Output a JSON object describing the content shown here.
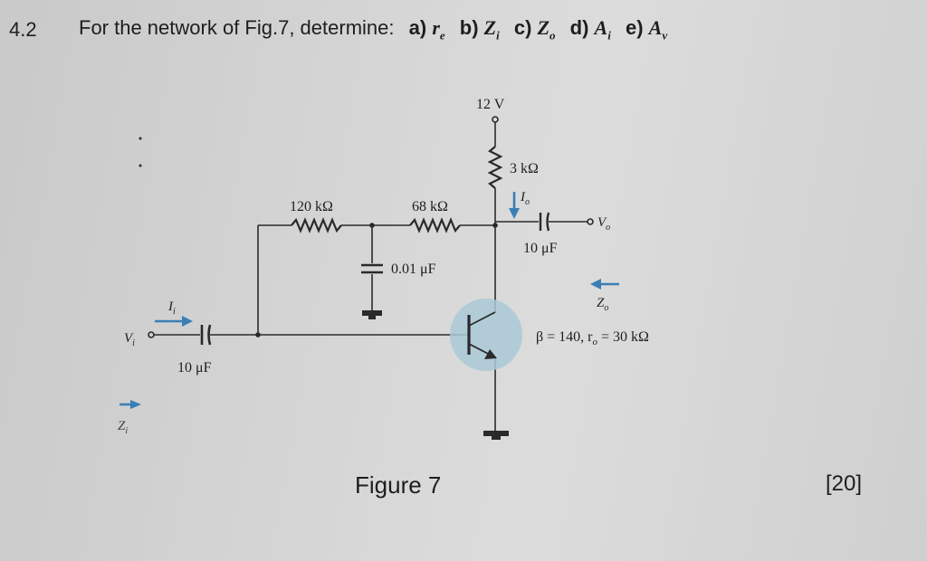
{
  "question": {
    "number": "4.2",
    "prompt": "For the network of Fig.7, determine:",
    "parts": [
      {
        "letter": "a)",
        "symbol": "r",
        "sub": "e"
      },
      {
        "letter": "b)",
        "symbol": "Z",
        "sub": "i"
      },
      {
        "letter": "c)",
        "symbol": "Z",
        "sub": "o"
      },
      {
        "letter": "d)",
        "symbol": "A",
        "sub": "i"
      },
      {
        "letter": "e)",
        "symbol": "A",
        "sub": "v"
      }
    ]
  },
  "circuit": {
    "supply": "12 V",
    "rc": "3 kΩ",
    "r1": "120 kΩ",
    "r2": "68 kΩ",
    "c_bypass": "0.01 μF",
    "c_out": "10 μF",
    "c_in": "10 μF",
    "io": "I",
    "io_sub": "o",
    "ii": "I",
    "ii_sub": "i",
    "vi": "V",
    "vi_sub": "i",
    "vo": "V",
    "vo_sub": "o",
    "zi": "Z",
    "zi_sub": "i",
    "zo": "Z",
    "zo_sub": "o",
    "params": "β = 140, r",
    "params_sub": "o",
    "params_end": " = 30 kΩ",
    "arrow_color": "#3a7fb5",
    "transistor_halo": "#a9c9d6"
  },
  "figure_caption": "Figure 7",
  "marks": "[20]"
}
